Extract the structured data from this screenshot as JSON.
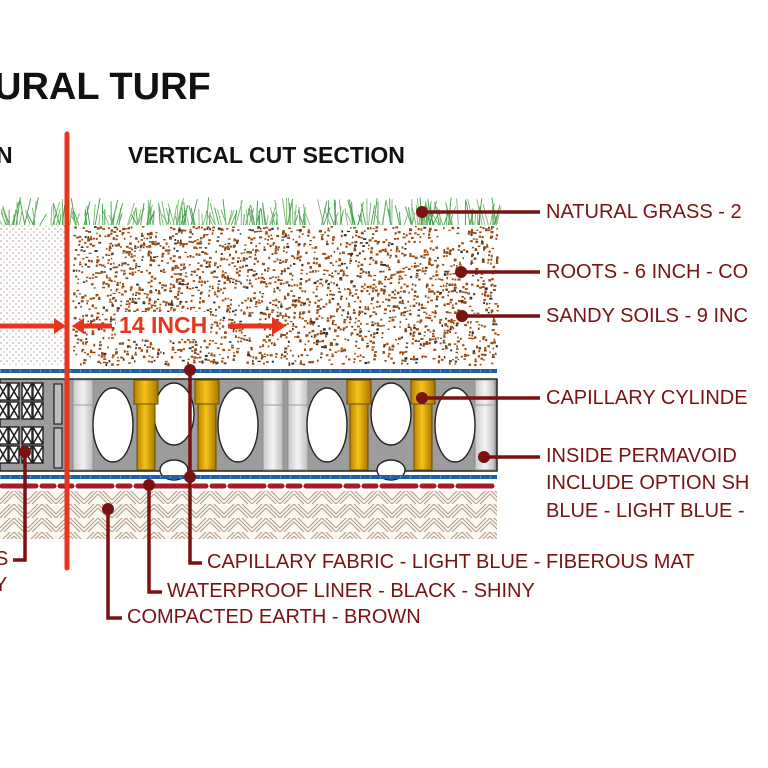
{
  "title": "URAL TURF",
  "sections": {
    "left_heading": "N",
    "right_heading": "VERTICAL CUT SECTION"
  },
  "dimension": {
    "label": "14 INCH"
  },
  "callouts": [
    {
      "id": "natural-grass",
      "text": "NATURAL GRASS - 2"
    },
    {
      "id": "roots",
      "text": "ROOTS - 6 INCH - CO"
    },
    {
      "id": "sandy-soils",
      "text": "SANDY SOILS - 9 INC"
    },
    {
      "id": "capillary-cylinder",
      "text": "CAPILLARY CYLINDE"
    },
    {
      "id": "inside-permavoid",
      "lines": [
        "INSIDE PERMAVOID",
        "INCLUDE OPTION SH",
        "BLUE - LIGHT BLUE -"
      ]
    },
    {
      "id": "capillary-fabric",
      "text": "CAPILLARY FABRIC - LIGHT BLUE - FIBEROUS MAT"
    },
    {
      "id": "waterproof-liner",
      "text": "WATERPROOF LINER - BLACK - SHINY"
    },
    {
      "id": "compacted-earth",
      "text": "COMPACTED EARTH - BROWN"
    },
    {
      "id": "left-cut-label",
      "lines": [
        "S",
        "Y"
      ]
    }
  ],
  "colors": {
    "leader": "#7a1212",
    "dimension": "#e8351d",
    "grass": "#3f9e4a",
    "soil_dot": "#9a4a12",
    "fabric_blue": "#1f5fa8",
    "liner_red": "#a51b2a",
    "cylinder_gold": "#e0a800",
    "permavoid_gray": "#9c9c9c"
  }
}
